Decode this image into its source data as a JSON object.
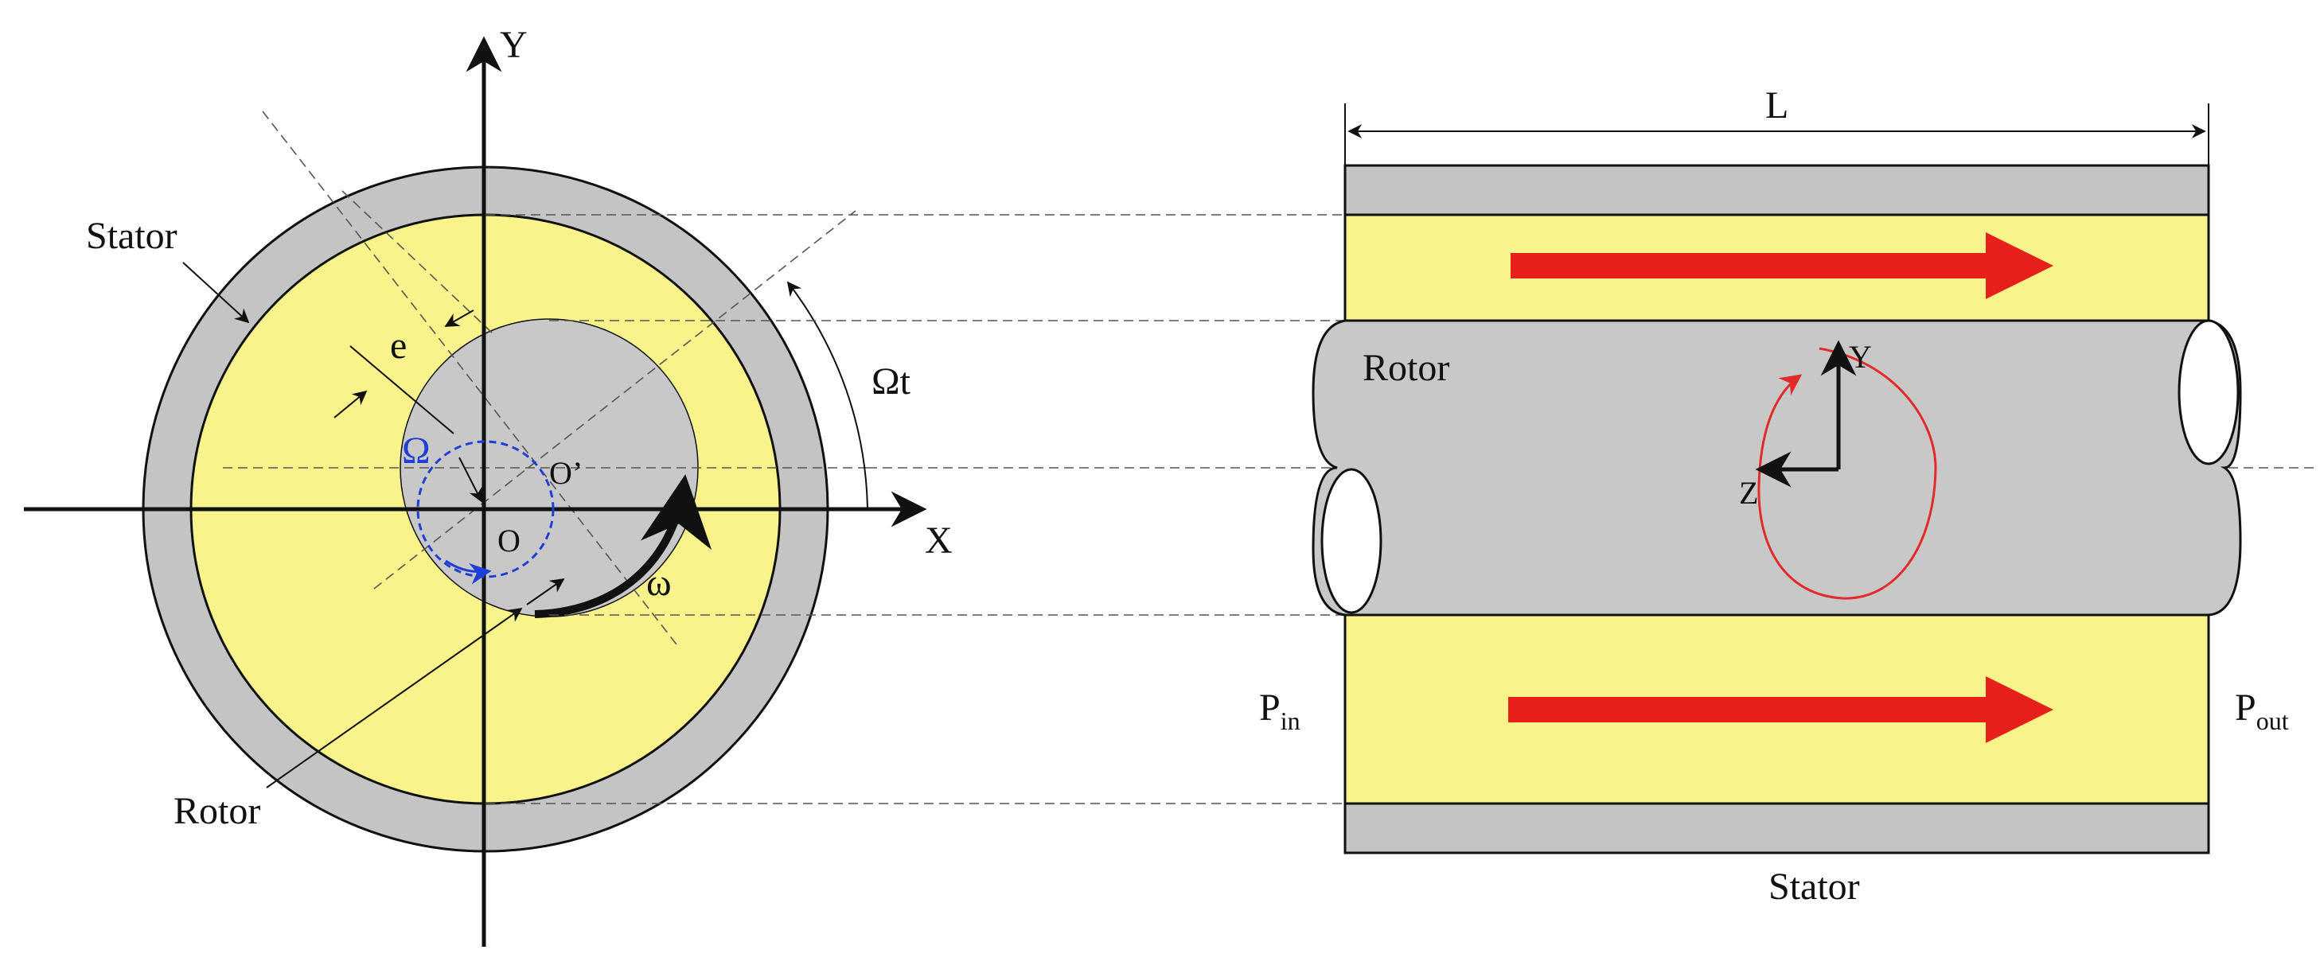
{
  "colors": {
    "stator": "#c4c4c4",
    "fluid": "#f8f38a",
    "rotor": "#c8c8c8",
    "flow_arrow": "#e8201c",
    "omega_orbit": "#1f3fd6",
    "rotation_hint": "#e22b2b",
    "outline": "#111111"
  },
  "labels": {
    "y_axis": "Y",
    "x_axis": "X",
    "stator_left": "Stator",
    "eccentricity": "e",
    "whirl_speed": "Ω",
    "whirl_angle": "Ωt",
    "rotor_center": "O’",
    "origin": "O",
    "spin_speed": "ω",
    "rotor_left": "Rotor",
    "length": "L",
    "rotor_right": "Rotor",
    "y_local": "Y",
    "z_local": "Z",
    "p_in_main": "P",
    "p_in_sub": "in",
    "p_out_main": "P",
    "p_out_sub": "out",
    "stator_right": "Stator"
  }
}
